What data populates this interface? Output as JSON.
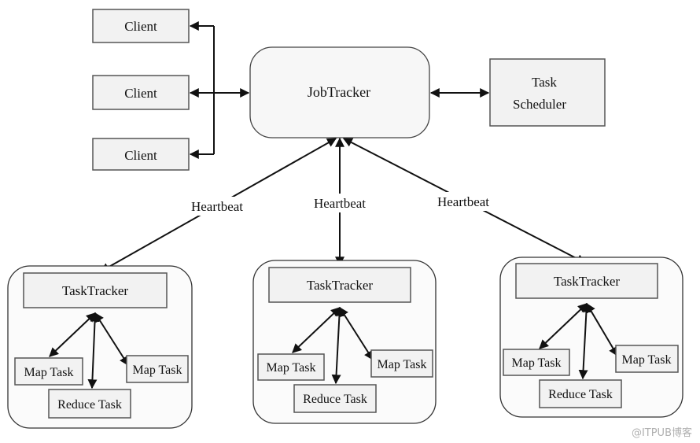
{
  "clients": [
    "Client",
    "Client",
    "Client"
  ],
  "job_tracker": "JobTracker",
  "scheduler": [
    "Task",
    "Scheduler"
  ],
  "heartbeat": [
    "Heartbeat",
    "Heartbeat",
    "Heartbeat"
  ],
  "task_tracker": "TaskTracker",
  "map_task": "Map Task",
  "reduce_task": "Reduce Task",
  "watermark": "@ITPUB博客",
  "colors": {
    "box_fill": "#f2f2f2",
    "stroke": "#111111",
    "watermark": "#b0b0b0"
  }
}
